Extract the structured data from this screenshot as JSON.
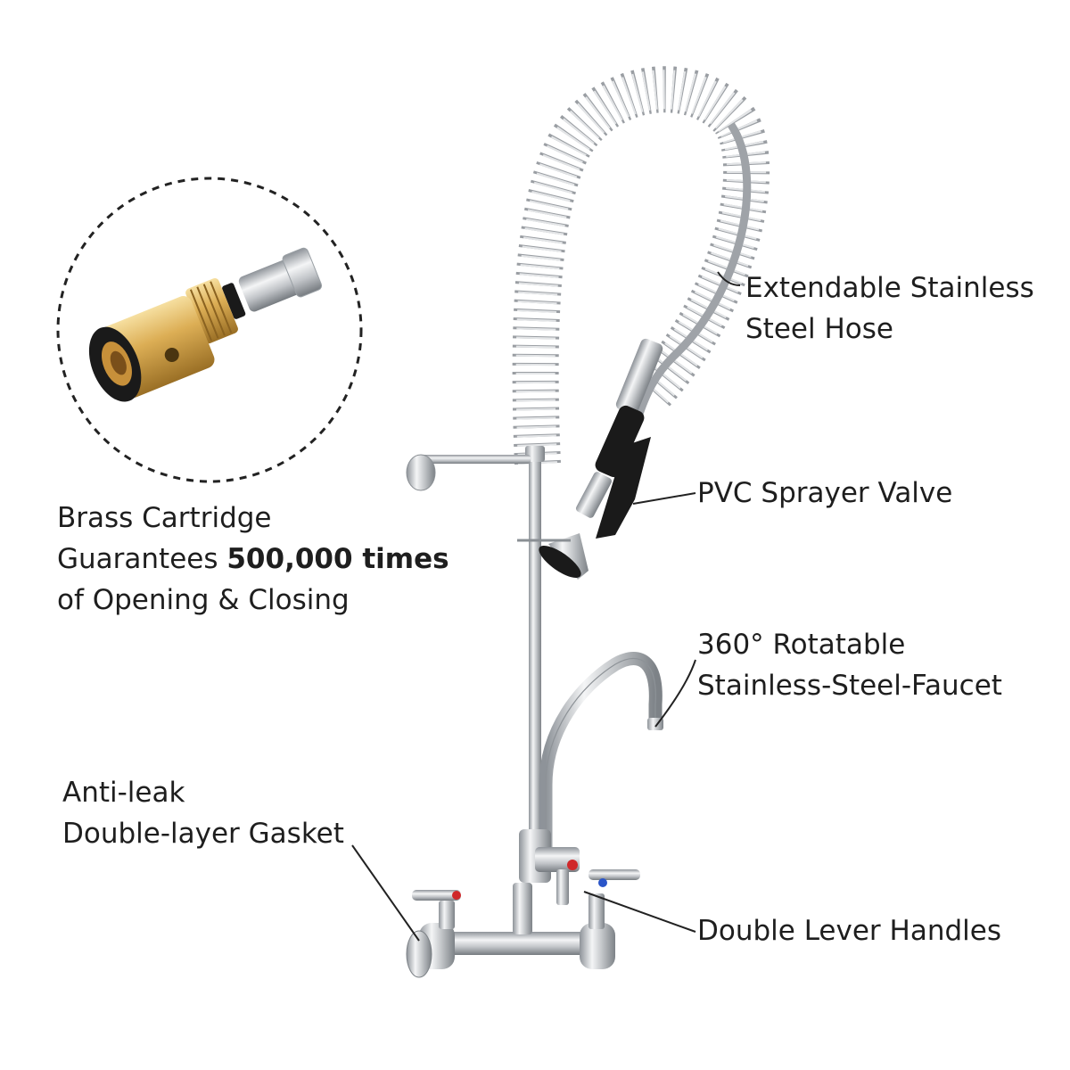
{
  "callouts": {
    "cartridge": {
      "line1": "Brass Cartridge",
      "line2_prefix": "Guarantees ",
      "line2_bold": "500,000 times",
      "line3": "of Opening & Closing"
    },
    "hose": {
      "line1": "Extendable Stainless",
      "line2": "Steel Hose"
    },
    "sprayer": {
      "line1": "PVC Sprayer Valve"
    },
    "faucet": {
      "line1": "360° Rotatable",
      "line2": "Stainless-Steel-Faucet"
    },
    "gasket": {
      "line1": "Anti-leak",
      "line2": "Double-layer Gasket"
    },
    "handles": {
      "line1": "Double Lever Handles"
    }
  },
  "colors": {
    "text": "#1e1e1e",
    "chrome": "#c9ccd0",
    "brass": "#d8ad55",
    "rubber": "#1a1a1a",
    "dashed_circle": "#222222",
    "hot_marker": "#d0282a",
    "cold_marker": "#2a55c8"
  }
}
